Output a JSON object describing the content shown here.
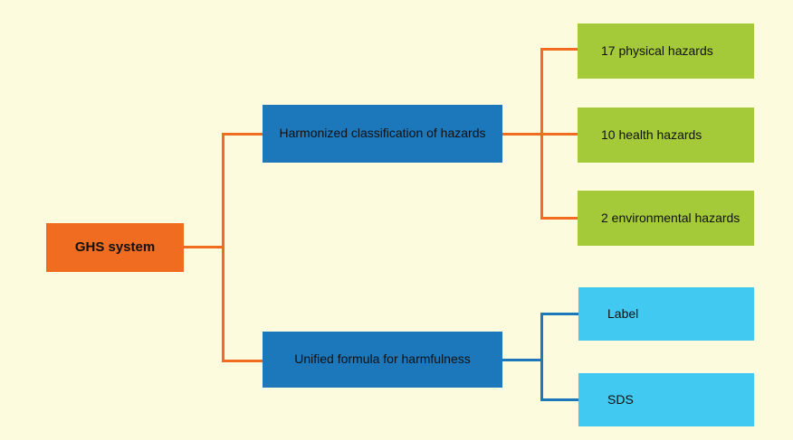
{
  "diagram": {
    "title": "GHS system",
    "background_color": "#fcfbdd",
    "colors": {
      "root": "#ef6c20",
      "branch": "#1c77bb",
      "leaf_green": "#a4ca39",
      "leaf_cyan": "#41c9f2",
      "connector_orange": "#ef6c20",
      "connector_blue": "#1c77bb",
      "text": "#111111"
    },
    "root": {
      "label": "GHS system"
    },
    "branches": [
      {
        "label": "Harmonized classification of hazards",
        "children": [
          {
            "label": "17 physical hazards"
          },
          {
            "label": "10 health hazards"
          },
          {
            "label": "2 environmental hazards"
          }
        ]
      },
      {
        "label": "Unified formula for harmfulness",
        "children": [
          {
            "label": "Label"
          },
          {
            "label": "SDS"
          }
        ]
      }
    ]
  }
}
